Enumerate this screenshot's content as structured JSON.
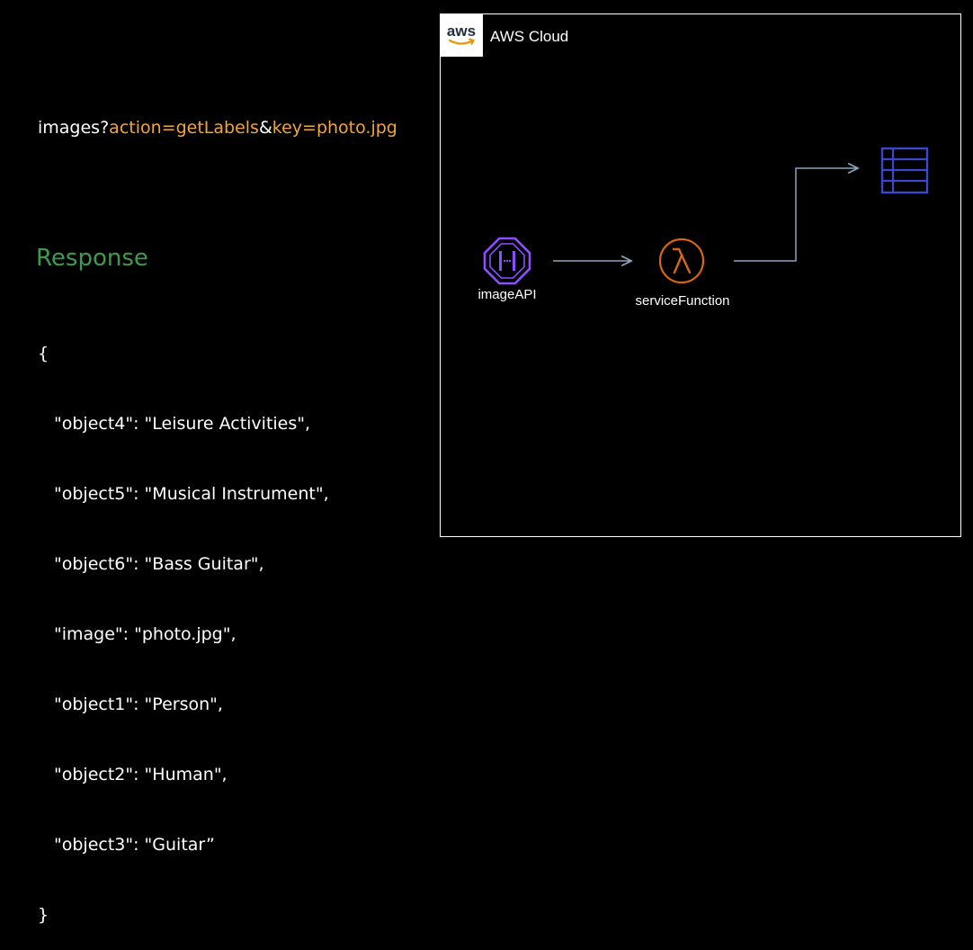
{
  "request": {
    "prefix": "images?",
    "action_param": "action=getLabels",
    "amp": "&",
    "key_param": "key=photo.jpg"
  },
  "response": {
    "title": "Response",
    "open_brace": "{",
    "lines": [
      "\"object4\": \"Leisure Activities\",",
      "\"object5\": \"Musical Instrument\",",
      "\"object6\": \"Bass Guitar\",",
      "\"image\": \"photo.jpg\",",
      "\"object1\": \"Person\",",
      "\"object2\": \"Human\",",
      "\"object3\": \"Guitar”"
    ],
    "close_brace": "}"
  },
  "cloud": {
    "title": "AWS Cloud",
    "logo_text": "aws"
  },
  "nodes": {
    "api_label": "imageAPI",
    "function_label": "serviceFunction"
  },
  "colors": {
    "highlight": "#f0a63a",
    "response_title": "#3d9a4f",
    "api_gateway": "#8c4fff",
    "lambda": "#d86613",
    "table": "#3b48cc",
    "arrow": "#8fa3bf"
  },
  "icons": {
    "api": "api-gateway-icon",
    "function": "lambda-icon",
    "storage": "database-table-icon",
    "logo": "aws-logo-icon"
  }
}
